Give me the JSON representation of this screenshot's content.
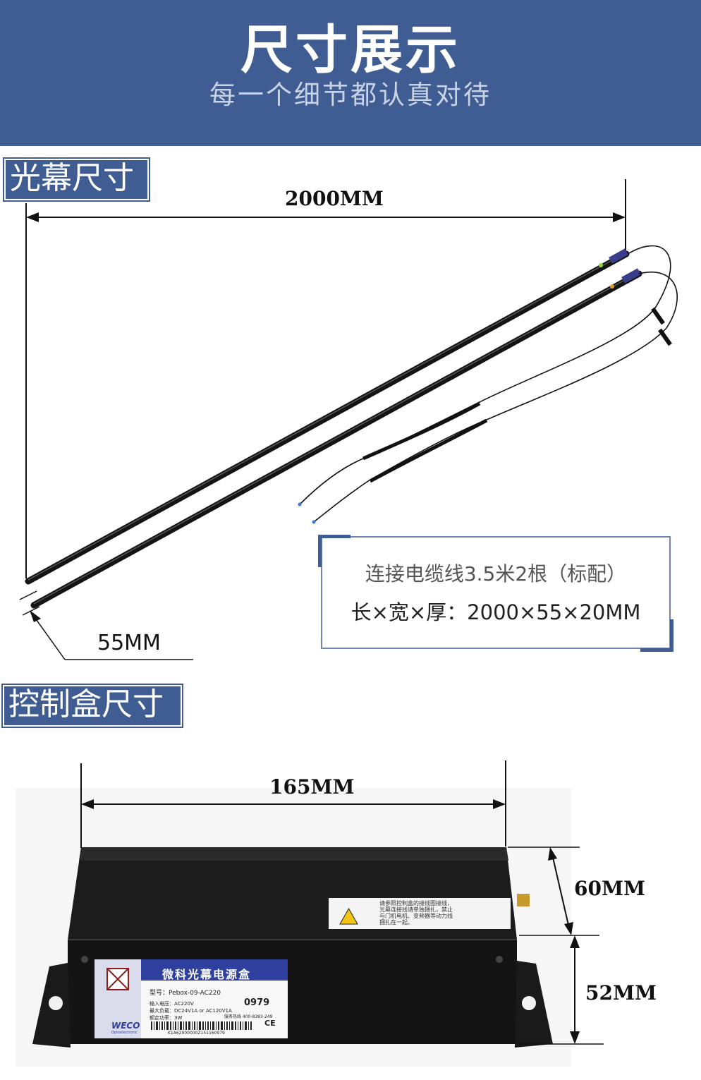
{
  "header": {
    "title": "尺寸展示",
    "subtitle": "每一个细节都认真对待"
  },
  "curtain_section": {
    "label": "光幕尺寸",
    "length_dim": "2000MM",
    "width_dim": "55MM",
    "info": {
      "line1": "连接电缆线3.5米2根（标配）",
      "line2": "长×宽×厚：2000×55×20MM"
    }
  },
  "box_section": {
    "label": "控制盒尺寸",
    "width_dim": "165MM",
    "height_dim_top": "60MM",
    "height_dim_bottom": "52MM",
    "warning_label": {
      "lines": [
        "请参照控制盒的接线图接线，",
        "光幕连接线请单独捆扎，禁止",
        "与门机电机、变频器等动力线",
        "捆扎在一起。"
      ]
    },
    "nameplate": {
      "title": "微科光幕电源盒",
      "model": "型号：Pebox-09-AC220",
      "input": "输入电压：AC220V",
      "load": "最大负载：DC24V1A  or  AC120V1A",
      "power": "额定功率：3W",
      "code": "0979",
      "service": "服务热线 400-8383-249",
      "serial": "K1A62000000Z15116097​9",
      "brand": "WECO",
      "brand_sub": "Optoelectronic",
      "ce": "CE"
    }
  },
  "colors": {
    "brand_blue": "#3f5d92",
    "box_border": "#6f85ad",
    "nameplate_blue": "#2f3f9e"
  }
}
